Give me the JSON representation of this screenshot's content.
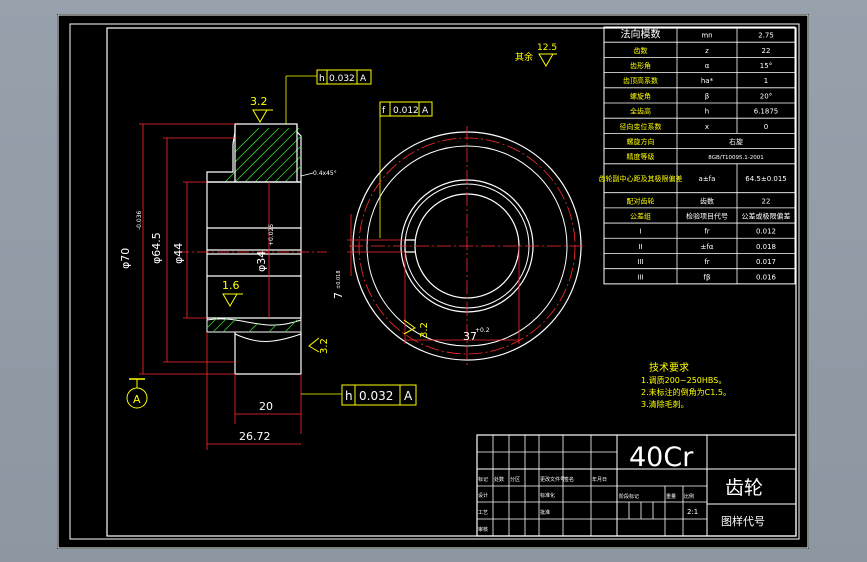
{
  "drawing": {
    "material": "40Cr",
    "part_name": "齿轮",
    "drawing_code_label": "图样代号",
    "scale": "2:1",
    "datum_label": "A",
    "surface_finish_top": "3.2",
    "surface_finish_mid": "1.6",
    "surface_finish_right": "3.2",
    "surface_finish_other": "12.5",
    "other_label": "其余",
    "tol_top": {
      "symbol": "h",
      "value": "0.032",
      "datum": "A"
    },
    "tol_bottom": {
      "symbol": "h",
      "value": "0.032",
      "datum": "A"
    },
    "tol_mid": {
      "symbol": "f",
      "value": "0.012",
      "datum": "A"
    },
    "dims": {
      "d70": "φ70",
      "d70_tol": "-0.036",
      "d64": "φ64.5",
      "d44": "φ44",
      "d34": "φ34",
      "d34_tol": "+0.025",
      "chamfer": "0.4x45°",
      "len20": "20",
      "len26": "26.72",
      "key_width": "7",
      "key_tol": "±0.018",
      "key_depth": "37",
      "key_depth_tol": "+0.2"
    }
  },
  "params": {
    "header": [
      "法向模数",
      "mn",
      "2.75"
    ],
    "rows": [
      [
        "齿数",
        "z",
        "22"
      ],
      [
        "齿形角",
        "α",
        "15°"
      ],
      [
        "齿顶高系数",
        "ha*",
        "1"
      ],
      [
        "螺旋角",
        "β",
        "20°"
      ],
      [
        "全齿高",
        "h",
        "6.1875"
      ],
      [
        "径向变位系数",
        "x",
        "0"
      ],
      [
        "螺旋方向",
        "右旋",
        ""
      ],
      [
        "精度等级",
        "8GB/T10095.1-2001",
        ""
      ],
      [
        "齿轮副中心距及其极限偏差",
        "a±fa",
        "64.5±0.015"
      ],
      [
        "配对齿轮",
        "齿数",
        "22"
      ],
      [
        "公差组",
        "检验项目代号",
        "公差或极限偏差"
      ],
      [
        "I",
        "fr",
        "0.012"
      ],
      [
        "II",
        "±fα",
        "0.018"
      ],
      [
        "III",
        "fr",
        "0.017"
      ],
      [
        "III",
        "fβ",
        "0.016"
      ]
    ]
  },
  "tech": {
    "title": "技术要求",
    "items": [
      "1.调质200~250HBS。",
      "2.未标注的倒角为C1.5。",
      "3.清除毛刺。"
    ]
  },
  "title_block": {
    "row1": [
      "标记",
      "处数",
      "分区",
      "更改文件号",
      "签名",
      "年月日"
    ],
    "row2": [
      "设计",
      "",
      "",
      "标准化",
      "",
      ""
    ],
    "row3": [
      "审核",
      "",
      "",
      "",
      "",
      ""
    ],
    "row4": [
      "工艺",
      "",
      "",
      "批准",
      "",
      ""
    ],
    "stage_labels": [
      "阶段标记",
      "重量",
      "比例"
    ]
  },
  "colors": {
    "line": "#ffffff",
    "dim": "#ff2a2a",
    "yellow": "#ffff00",
    "green": "#35d235",
    "cyan": "#00ffff"
  }
}
